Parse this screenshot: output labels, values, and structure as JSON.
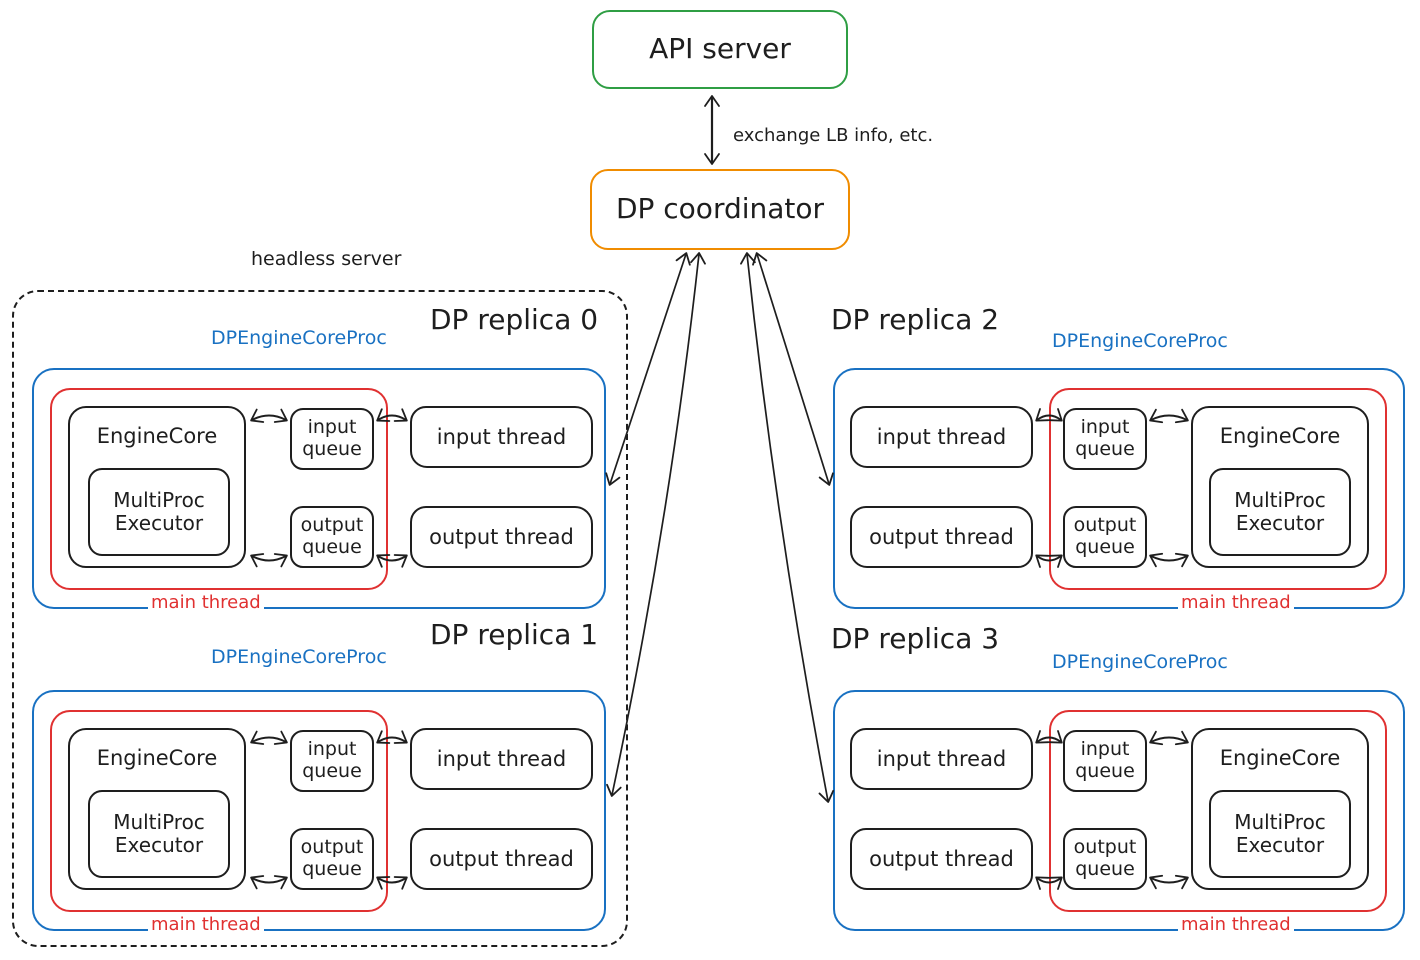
{
  "colors": {
    "green": "#2f9e44",
    "orange": "#f08c00",
    "blue": "#1971c2",
    "red": "#e03131",
    "ink": "#1e1e1e",
    "background": "#ffffff"
  },
  "top": {
    "api_server": "API server",
    "coordinator": "DP coordinator",
    "exchange_label": "exchange LB info, etc."
  },
  "headless": {
    "label": "headless server"
  },
  "replicas": [
    {
      "title": "DP replica 0",
      "proc": "DPEngineCoreProc",
      "main_thread": "main thread",
      "engine_core": "EngineCore",
      "executor": "MultiProc Executor",
      "input_queue": "input queue",
      "output_queue": "output queue",
      "input_thread": "input thread",
      "output_thread": "output thread"
    },
    {
      "title": "DP replica 1",
      "proc": "DPEngineCoreProc",
      "main_thread": "main thread",
      "engine_core": "EngineCore",
      "executor": "MultiProc Executor",
      "input_queue": "input queue",
      "output_queue": "output queue",
      "input_thread": "input thread",
      "output_thread": "output thread"
    },
    {
      "title": "DP replica 2",
      "proc": "DPEngineCoreProc",
      "main_thread": "main thread",
      "engine_core": "EngineCore",
      "executor": "MultiProc Executor",
      "input_queue": "input queue",
      "output_queue": "output queue",
      "input_thread": "input thread",
      "output_thread": "output thread"
    },
    {
      "title": "DP replica 3",
      "proc": "DPEngineCoreProc",
      "main_thread": "main thread",
      "engine_core": "EngineCore",
      "executor": "MultiProc Executor",
      "input_queue": "input queue",
      "output_queue": "output queue",
      "input_thread": "input thread",
      "output_thread": "output thread"
    }
  ]
}
